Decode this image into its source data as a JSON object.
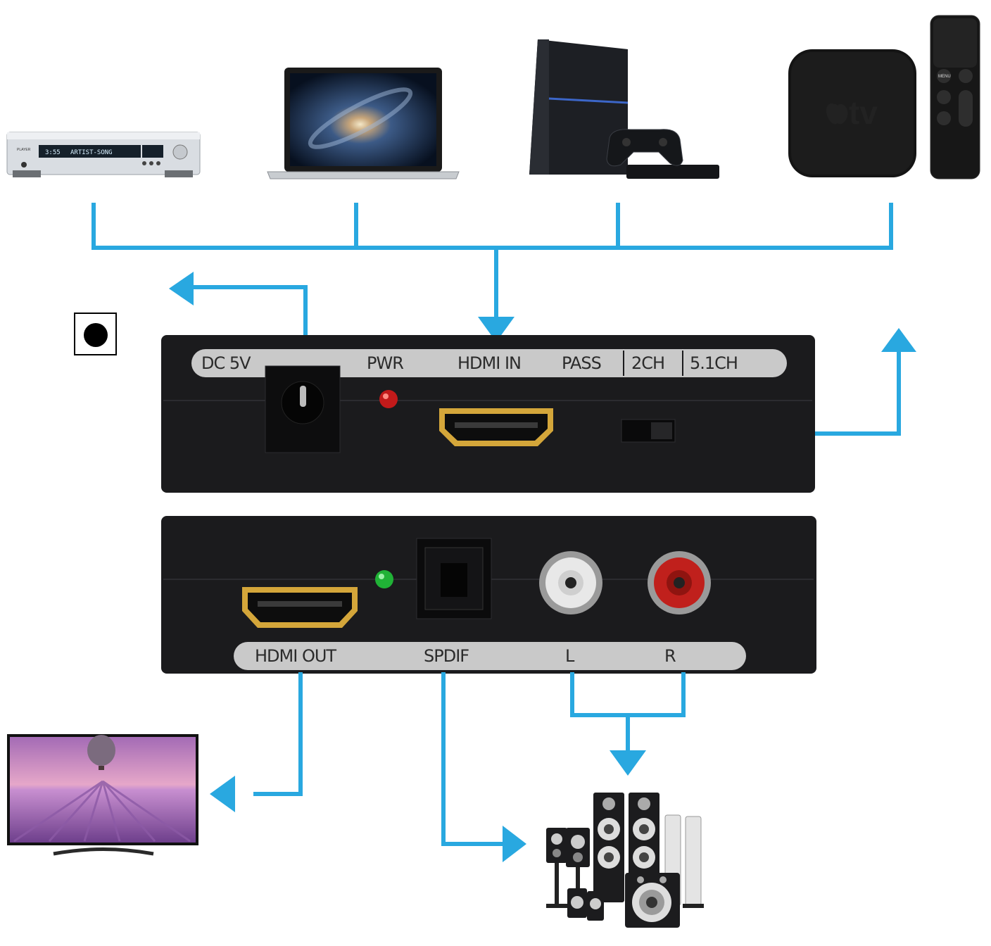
{
  "colors": {
    "connector": "#29a8e0",
    "panel": "#1b1b1d",
    "label_strip": "#c9c9c9",
    "hdmi_gold": "#d4a63a",
    "led_red": "#c21a1a",
    "led_green": "#20b236",
    "rca_red": "#c0201c",
    "rca_white": "#e8e8e8"
  },
  "sources": [
    {
      "name": "av-receiver",
      "display_text": "ARTIST-SONG",
      "time": "3:55",
      "brand": "PLAYER"
    },
    {
      "name": "laptop"
    },
    {
      "name": "game-console"
    },
    {
      "name": "streaming-box",
      "logo_text": "tv",
      "remote_buttons": [
        "MENU"
      ]
    }
  ],
  "input_panel": {
    "labels": {
      "dc": "DC 5V",
      "pwr": "PWR",
      "hdmi_in": "HDMI IN",
      "pass": "PASS",
      "ch2": "2CH",
      "ch51": "5.1CH"
    }
  },
  "output_panel": {
    "labels": {
      "hdmi_out": "HDMI OUT",
      "spdif": "SPDIF",
      "left": "L",
      "right": "R"
    }
  },
  "outputs": [
    {
      "name": "television"
    },
    {
      "name": "speaker-system"
    }
  ]
}
